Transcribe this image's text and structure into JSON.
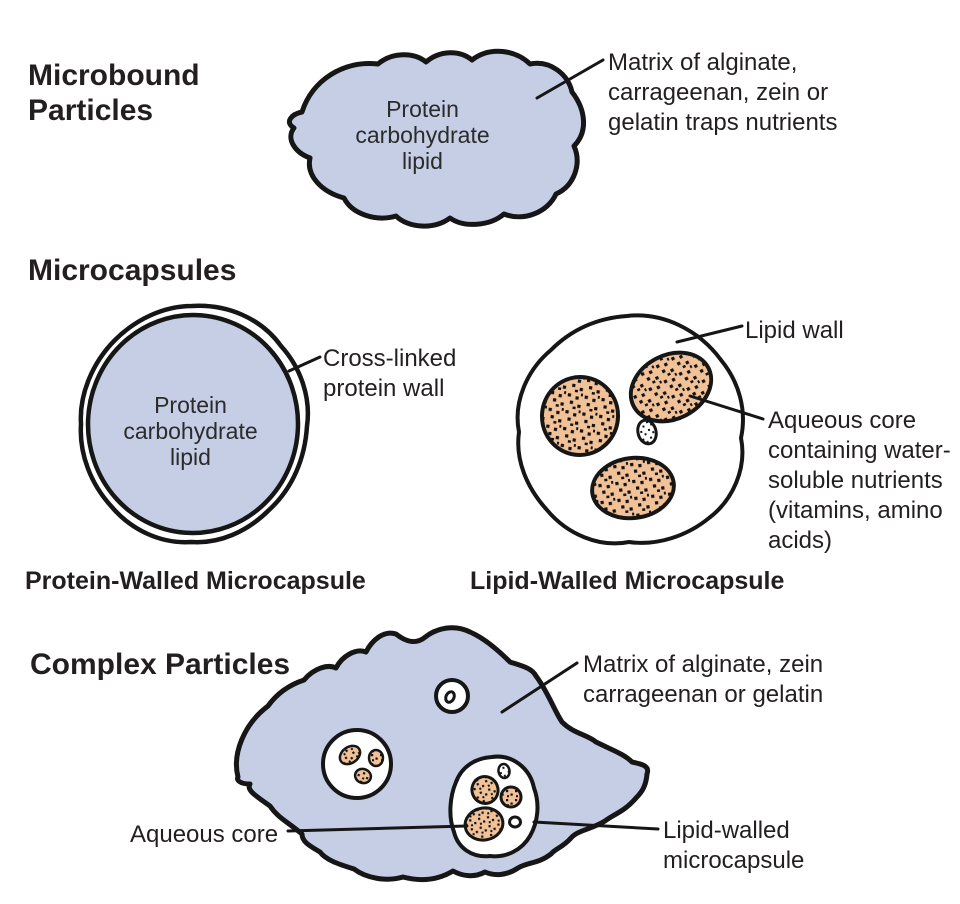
{
  "colors": {
    "matrix_blue": "#C5CEE4",
    "lipid_orange": "#F1C197",
    "outline": "#161616",
    "text": "#231F20",
    "background": "#FFFFFF"
  },
  "sections": {
    "microbound": {
      "heading": "Microbound\nParticles",
      "blob_label": "Protein\ncarbohydrate\nlipid",
      "matrix_annotation": "Matrix of alginate,\ncarrageenan, zein or\ngelatin traps nutrients"
    },
    "microcapsules": {
      "heading": "Microcapsules",
      "protein_walled": {
        "blob_label": "Protein\ncarbohydrate\nlipid",
        "wall_annotation": "Cross-linked\nprotein wall",
        "caption": "Protein-Walled Microcapsule"
      },
      "lipid_walled": {
        "wall_annotation": "Lipid wall",
        "core_annotation": "Aqueous core\ncontaining water-\nsoluble nutrients\n(vitamins, amino\nacids)",
        "caption": "Lipid-Walled Microcapsule"
      }
    },
    "complex": {
      "heading": "Complex Particles",
      "matrix_annotation": "Matrix of alginate, zein\ncarrageenan or gelatin",
      "aqueous_label": "Aqueous core",
      "capsule_label": "Lipid-walled\nmicrocapsule"
    }
  }
}
